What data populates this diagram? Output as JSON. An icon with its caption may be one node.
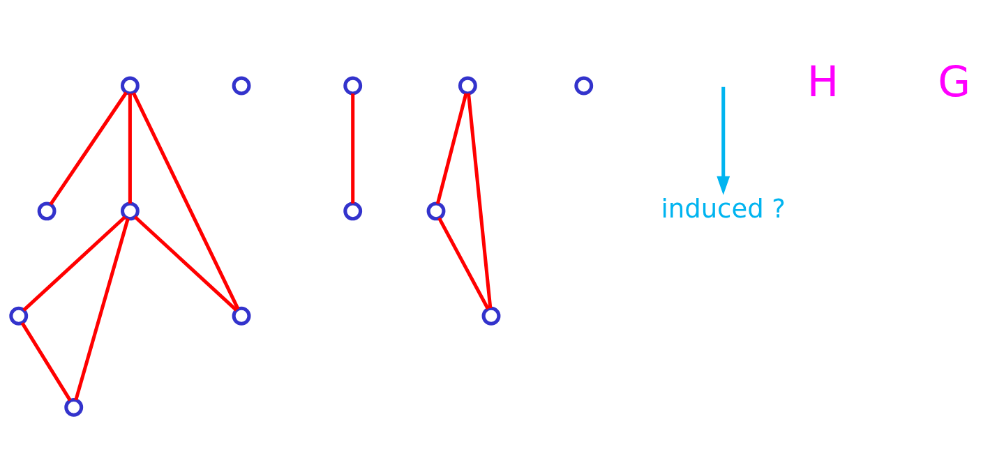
{
  "diagram": {
    "nodes": [
      {
        "text": [],
        "shape": "circle"
      },
      {
        "text": [],
        "shape": "circle"
      },
      {
        "text": [],
        "shape": "circle"
      },
      {
        "text": [],
        "shape": "circle"
      },
      {
        "text": [],
        "shape": "circle"
      },
      {
        "text": [],
        "shape": "circle"
      },
      {
        "text": [],
        "shape": "circle"
      },
      {
        "text": [],
        "shape": "circle"
      },
      {
        "text": [],
        "shape": "circle"
      },
      {
        "text": [],
        "shape": "circle"
      },
      {
        "text": [],
        "shape": "circle"
      },
      {
        "text": [],
        "shape": "circle"
      },
      {
        "text": [],
        "shape": "circle"
      },
      {
        "text": [
          "induced ?"
        ]
      }
    ],
    "edges": [
      {
        "from": 1,
        "to": 0,
        "arrow": "none"
      },
      {
        "from": 1,
        "to": 3,
        "arrow": "none"
      },
      {
        "from": 1,
        "to": 4,
        "arrow": "none"
      },
      {
        "from": 3,
        "to": 4,
        "arrow": "none"
      },
      {
        "from": 3,
        "to": 2,
        "arrow": "none"
      },
      {
        "from": 3,
        "to": 5,
        "arrow": "none"
      },
      {
        "from": 2,
        "to": 5,
        "arrow": "none"
      },
      {
        "from": 8,
        "to": 7,
        "arrow": "none"
      },
      {
        "from": 10,
        "to": 9,
        "arrow": "none"
      },
      {
        "from": 10,
        "to": 11,
        "arrow": "none"
      },
      {
        "from": 9,
        "to": 11,
        "arrow": "none"
      },
      {
        "from": null,
        "to": 13,
        "arrow": "to",
        "color": "#00b4f0"
      }
    ],
    "labels": [
      "H",
      "G"
    ]
  }
}
